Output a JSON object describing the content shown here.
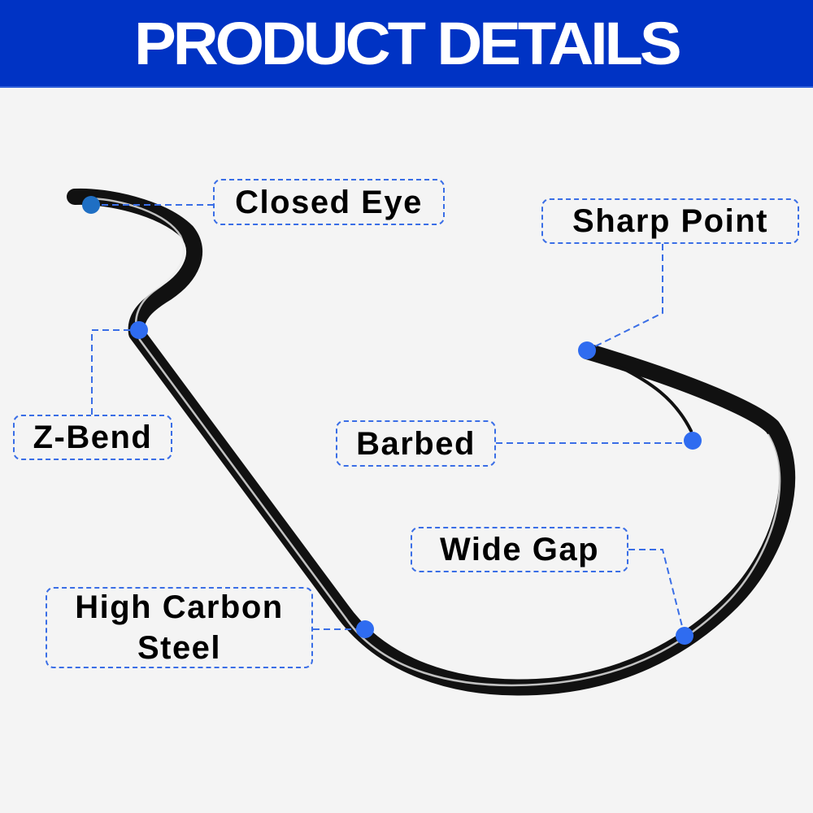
{
  "header": {
    "title": "PRODUCT DETAILS"
  },
  "colors": {
    "banner": "#0033c4",
    "accent": "#3a6ee6",
    "dot": "#2f6cf0",
    "hook": "#111111"
  },
  "labels": {
    "closed_eye": "Closed Eye",
    "sharp_point": "Sharp Point",
    "z_bend": "Z-Bend",
    "barbed": "Barbed",
    "wide_gap": "Wide Gap",
    "high_carbon_line1": "High Carbon",
    "high_carbon_line2": "Steel"
  }
}
